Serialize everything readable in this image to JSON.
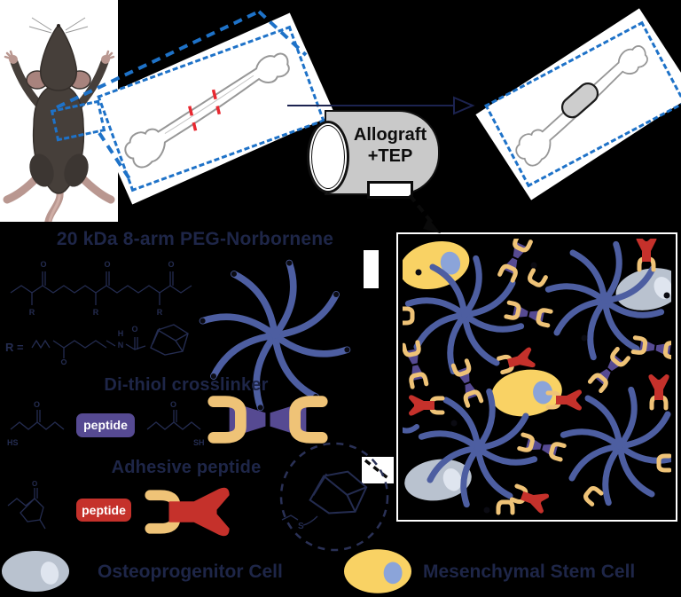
{
  "colors": {
    "background": "#000000",
    "panel_white": "#ffffff",
    "callout_blue": "#1e72c8",
    "cut_red": "#e82830",
    "star_blue": "#4d5ea1",
    "crosslink_purple": "#564a92",
    "clamp_yellow": "#efc377",
    "adhesive_red": "#c5312b",
    "cell_yellow": "#f9d264",
    "nucleus_blue": "#8ba4d9",
    "cell_gray": "#b9c2cf",
    "nucleus_gray": "#dfe5ef",
    "text_navy": "#1e2648",
    "cylinder_gray": "#c9c9c9",
    "bone_outline": "#979797",
    "chem_ink": "#242c50"
  },
  "workflow": {
    "cylinder_label_line1": "Allograft",
    "cylinder_label_line2": "+TEP"
  },
  "components": {
    "peg_title": "20 kDa 8-arm PEG-Norbornene",
    "dithiol_title": "Di-thiol crosslinker",
    "adhesive_title": "Adhesive peptide",
    "peptide_label_purple": "peptide",
    "peptide_label_red": "peptide"
  },
  "chem": {
    "r_equals": "R =",
    "r": "R",
    "o": "O",
    "hs": "HS",
    "sh": "SH",
    "n": "N",
    "h": "H",
    "s": "S"
  },
  "legend": {
    "osteoprogenitor": "Osteoprogenitor Cell",
    "mesenchymal": "Mesenchymal Stem Cell"
  }
}
